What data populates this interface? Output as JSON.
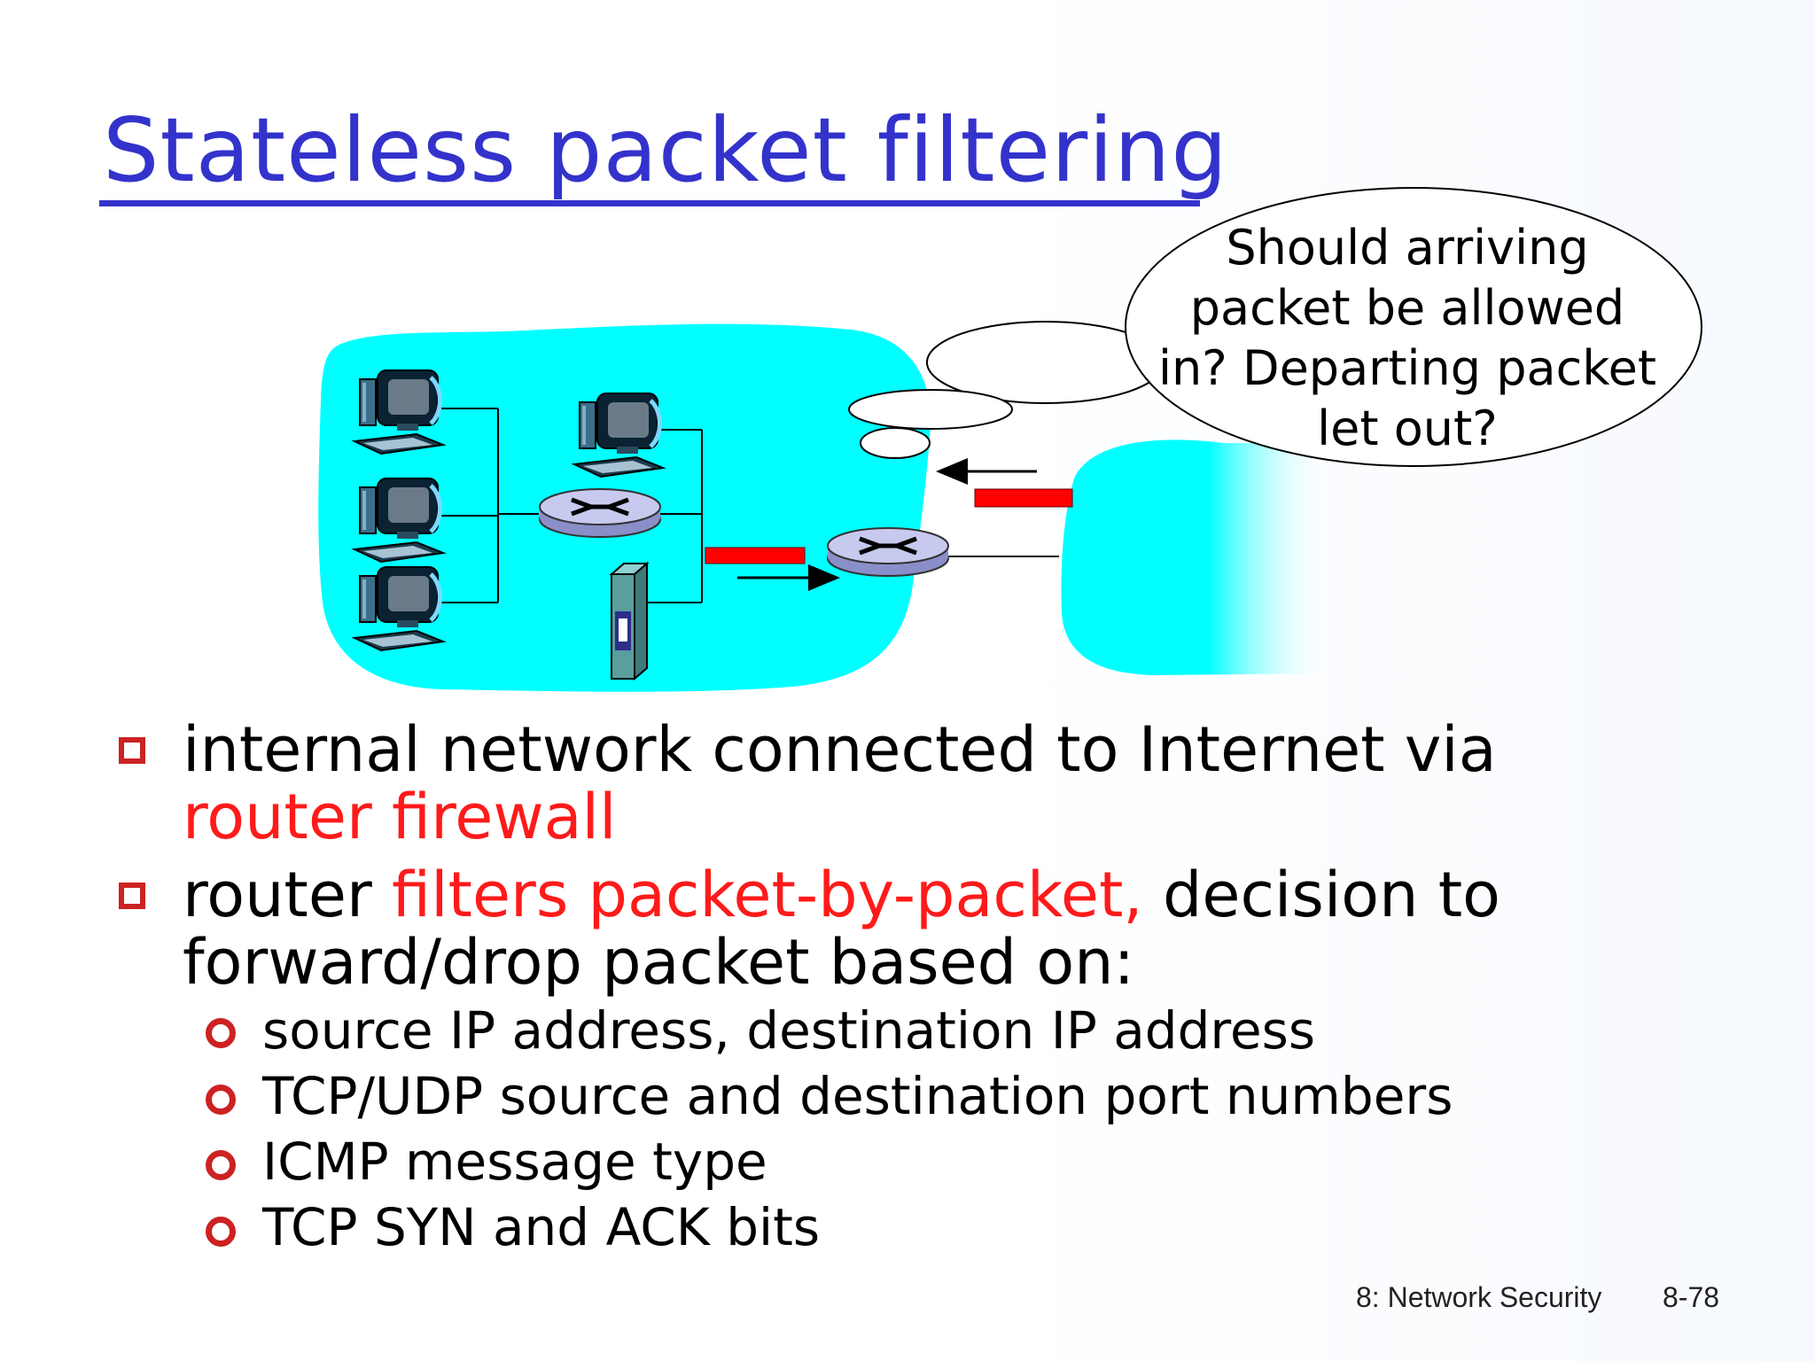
{
  "slide": {
    "title": "Stateless packet filtering",
    "callout": "Should arriving packet be allowed in? Departing packet let out?",
    "bullets": [
      {
        "parts": [
          "internal network connected to Internet via",
          "router firewall"
        ]
      },
      {
        "parts": [
          "router ",
          "filters packet-by-packet,",
          " decision to",
          "forward/drop packet based on:"
        ]
      }
    ],
    "subbullets": [
      "source IP address, destination IP address",
      "TCP/UDP source and destination port numbers",
      "ICMP message type",
      "TCP SYN and ACK bits"
    ],
    "footer": {
      "section": "8: Network Security",
      "page": "8-78"
    }
  },
  "colors": {
    "title": "#3333cc",
    "network_cloud": "#00ffff",
    "packet": "#ff0000",
    "highlight_text": "#ff1a1a",
    "bullet": "#cc2222"
  },
  "icons": [
    "computer-icon",
    "router-icon",
    "server-icon",
    "packet-icon",
    "arrow-icon"
  ]
}
